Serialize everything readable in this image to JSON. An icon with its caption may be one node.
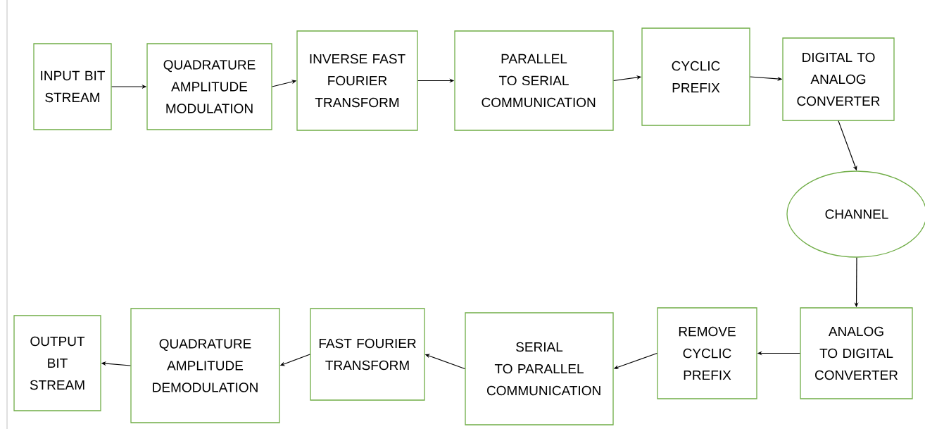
{
  "diagram": {
    "nodes": [
      {
        "text": [
          "INPUT BIT STREAM"
        ]
      },
      {
        "text": [
          "QUADRATURE AMPLITUDE MODULATION"
        ]
      },
      {
        "text": [
          "INVERSE FAST FOURIER TRANSFORM"
        ]
      },
      {
        "text": [
          "PARALLEL TO SERIAL COMMUNICATION"
        ]
      },
      {
        "text": [
          "CYCLIC PREFIX"
        ]
      },
      {
        "text": [
          "DIGITAL TO ANALOG CONVERTER"
        ]
      },
      {
        "text": [
          "CHANNEL"
        ]
      },
      {
        "text": [
          "ANALOG TO DIGITAL CONVERTER"
        ]
      },
      {
        "text": [
          "REMOVE CYCLIC PREFIX"
        ]
      },
      {
        "text": [
          "SERIAL TO PARALLEL COMMUNICATION"
        ]
      },
      {
        "text": [
          "FAST FOURIER TRANSFORM"
        ]
      },
      {
        "text": [
          "QUADRATURE AMPLITUDE DEMODULATION"
        ]
      },
      {
        "text": [
          "OUTPUT BIT STREAM"
        ]
      }
    ],
    "edges": [
      {
        "from": 0,
        "to": 1,
        "arrow": "to"
      },
      {
        "from": 1,
        "to": 2,
        "arrow": "to"
      },
      {
        "from": 2,
        "to": 3,
        "arrow": "to"
      },
      {
        "from": 3,
        "to": 4,
        "arrow": "to"
      },
      {
        "from": 4,
        "to": 5,
        "arrow": "to"
      },
      {
        "from": 5,
        "to": 6,
        "arrow": "to"
      },
      {
        "from": 6,
        "to": 7,
        "arrow": "to"
      },
      {
        "from": 7,
        "to": 8,
        "arrow": "to"
      },
      {
        "from": 8,
        "to": 9,
        "arrow": "to"
      },
      {
        "from": 9,
        "to": 10,
        "arrow": "to"
      },
      {
        "from": 10,
        "to": 11,
        "arrow": "to"
      },
      {
        "from": 11,
        "to": 12,
        "arrow": "to"
      }
    ]
  }
}
